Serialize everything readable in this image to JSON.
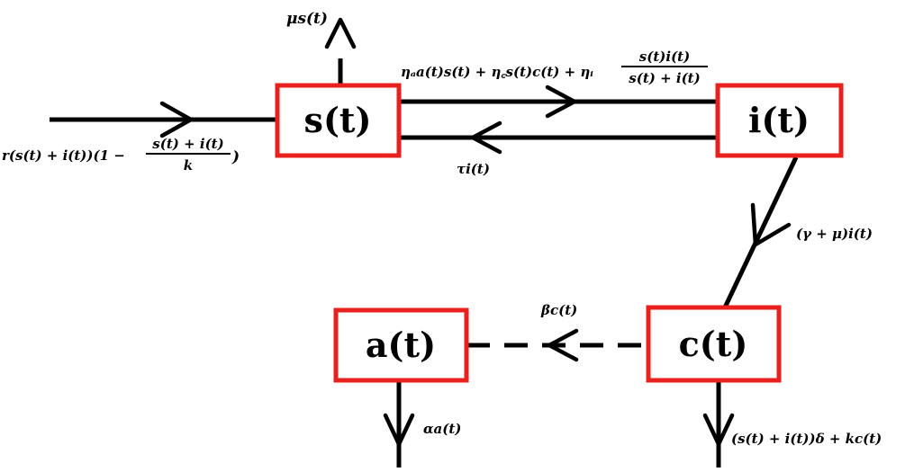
{
  "nodes": {
    "s": {
      "label": "s(t)"
    },
    "i": {
      "label": "i(t)"
    },
    "a": {
      "label": "a(t)"
    },
    "c": {
      "label": "c(t)"
    }
  },
  "flows": {
    "birth_line1": "r(s(t) + i(t))(1 −",
    "birth_frac_num": "s(t) + i(t)",
    "birth_frac_den": "k",
    "birth_close": ")",
    "s_death": "μs(t)",
    "infection_main": "ηₐa(t)s(t) + η꜀s(t)c(t) + ηᵢ",
    "infection_frac_num": "s(t)i(t)",
    "infection_frac_den": "s(t) + i(t)",
    "recovery": "τi(t)",
    "i_to_c": "(γ + μ)i(t)",
    "c_to_a": "βc(t)",
    "a_out": "αa(t)",
    "c_out": "(s(t) + i(t))δ + kc(t)"
  }
}
